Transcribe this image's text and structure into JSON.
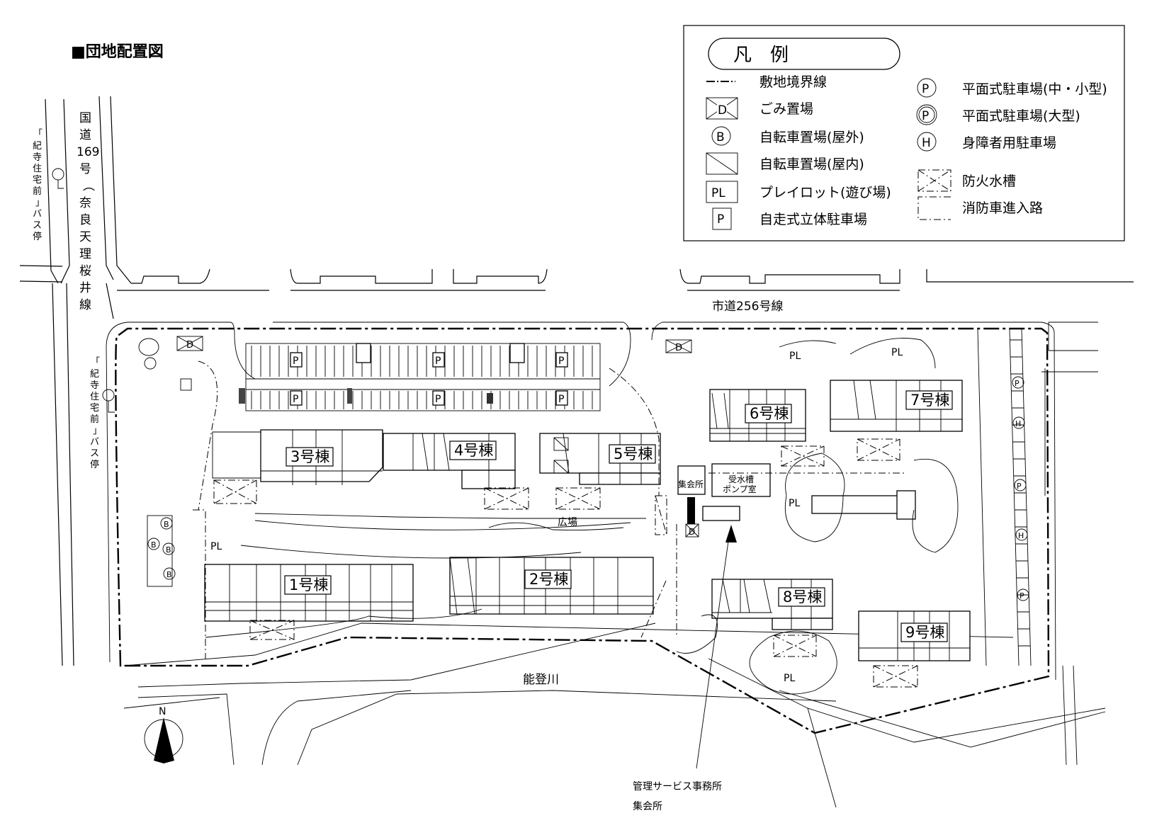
{
  "title": "■団地配置図",
  "legend": {
    "heading": "凡　例",
    "items_left": [
      {
        "symbol": "boundary-line",
        "label": "敷地境界線"
      },
      {
        "symbol": "D",
        "label": "ごみ置場"
      },
      {
        "symbol": "B",
        "label": "自転車置場(屋外)"
      },
      {
        "symbol": "diagonal-box",
        "label": "自転車置場(屋内)"
      },
      {
        "symbol": "PL",
        "label": "プレイロット(遊び場)"
      },
      {
        "symbol": "P",
        "label": "自走式立体駐車場"
      }
    ],
    "items_right": [
      {
        "symbol": "P",
        "label": "平面式駐車場(中・小型)"
      },
      {
        "symbol": "P",
        "label": "平面式駐車場(大型)"
      },
      {
        "symbol": "H",
        "label": "身障者用駐車場"
      },
      {
        "symbol": "fire-tank",
        "label": "防火水槽"
      },
      {
        "symbol": "fire-route",
        "label": "消防車進入路"
      }
    ]
  },
  "roads": {
    "national_route": [
      "国",
      "道",
      "169",
      "号",
      "︵",
      "奈",
      "良",
      "天",
      "理",
      "桜",
      "井",
      "線",
      "︶"
    ],
    "city_road": "市道256号線",
    "river": "能登川"
  },
  "bus_stop": {
    "upper": [
      "「",
      "紀",
      "寺",
      "住",
      "宅",
      "前",
      "」",
      "バ",
      "ス",
      "停"
    ],
    "lower": [
      "「",
      "紀",
      "寺",
      "住",
      "宅",
      "前",
      "」",
      "バ",
      "ス",
      "停"
    ]
  },
  "buildings": [
    {
      "id": "1",
      "label": "1号棟"
    },
    {
      "id": "2",
      "label": "2号棟"
    },
    {
      "id": "3",
      "label": "3号棟"
    },
    {
      "id": "4",
      "label": "4号棟"
    },
    {
      "id": "5",
      "label": "5号棟"
    },
    {
      "id": "6",
      "label": "6号棟"
    },
    {
      "id": "7",
      "label": "7号棟"
    },
    {
      "id": "8",
      "label": "8号棟"
    },
    {
      "id": "9",
      "label": "9号棟"
    }
  ],
  "facilities": {
    "meeting_hall": "集会所",
    "pump_room_line1": "受水槽",
    "pump_room_line2": "ポンプ室",
    "plaza": "広場",
    "playlot": "PL",
    "garbage": "D",
    "parking": "P",
    "bicycle": "B",
    "handicap": "H"
  },
  "callout": {
    "line1": "管理サービス事務所",
    "line2": "集会所"
  },
  "compass": {
    "label": "N"
  }
}
